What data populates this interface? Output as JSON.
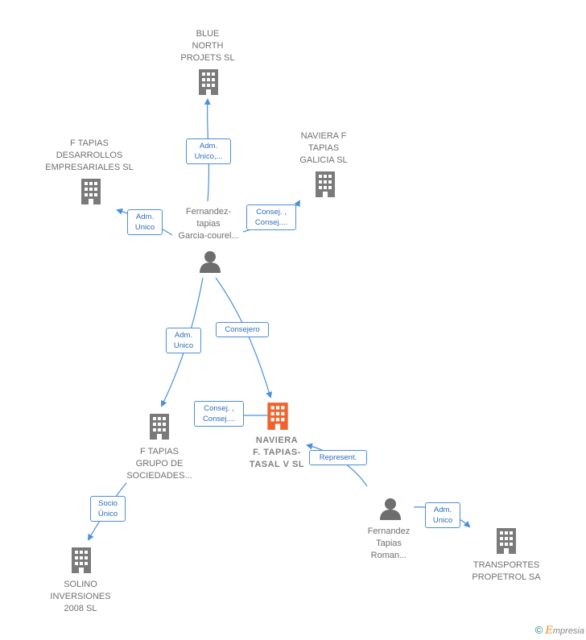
{
  "nodes": {
    "blue_north": {
      "label": "BLUE\nNORTH\nPROJETS  SL",
      "type": "company"
    },
    "f_tapias_desarrollos": {
      "label": "F TAPIAS\nDESARROLLOS\nEMPRESARIALES SL",
      "type": "company"
    },
    "naviera_f_tapias_galicia": {
      "label": "NAVIERA F\nTAPIAS\nGALICIA SL",
      "type": "company"
    },
    "fernandez_tapias_garcia": {
      "label": "Fernandez-\ntapias\nGarcia-courel...",
      "type": "person"
    },
    "naviera_main": {
      "label": "NAVIERA\nF.  TAPIAS-\nTASAL V  SL",
      "type": "company-main"
    },
    "f_tapias_grupo": {
      "label": "F TAPIAS\nGRUPO DE\nSOCIEDADES...",
      "type": "company"
    },
    "fernandez_tapias_roman": {
      "label": "Fernandez\nTapias\nRoman...",
      "type": "person"
    },
    "transportes_propetrol": {
      "label": "TRANSPORTES\nPROPETROL SA",
      "type": "company"
    },
    "solino": {
      "label": "SOLINO\nINVERSIONES\n2008 SL",
      "type": "company"
    }
  },
  "edges": [
    {
      "id": "e1",
      "label": "Adm.\nUnico,..."
    },
    {
      "id": "e2",
      "label": "Adm.\nUnico"
    },
    {
      "id": "e3",
      "label": "Consej. ,\nConsej...."
    },
    {
      "id": "e4",
      "label": "Adm.\nUnico"
    },
    {
      "id": "e5",
      "label": "Consejero"
    },
    {
      "id": "e6",
      "label": "Consej. ,\nConsej...."
    },
    {
      "id": "e7",
      "label": "Represent."
    },
    {
      "id": "e8",
      "label": "Adm.\nUnico"
    },
    {
      "id": "e9",
      "label": "Socio\nÚnico"
    }
  ],
  "colors": {
    "company": "#7a7a7a",
    "main": "#f0632d",
    "person": "#6e6e6e",
    "edge": "#4a8fdc"
  },
  "footer": {
    "copyright": "©",
    "brand_first": "E",
    "brand_rest": "mpresia"
  }
}
